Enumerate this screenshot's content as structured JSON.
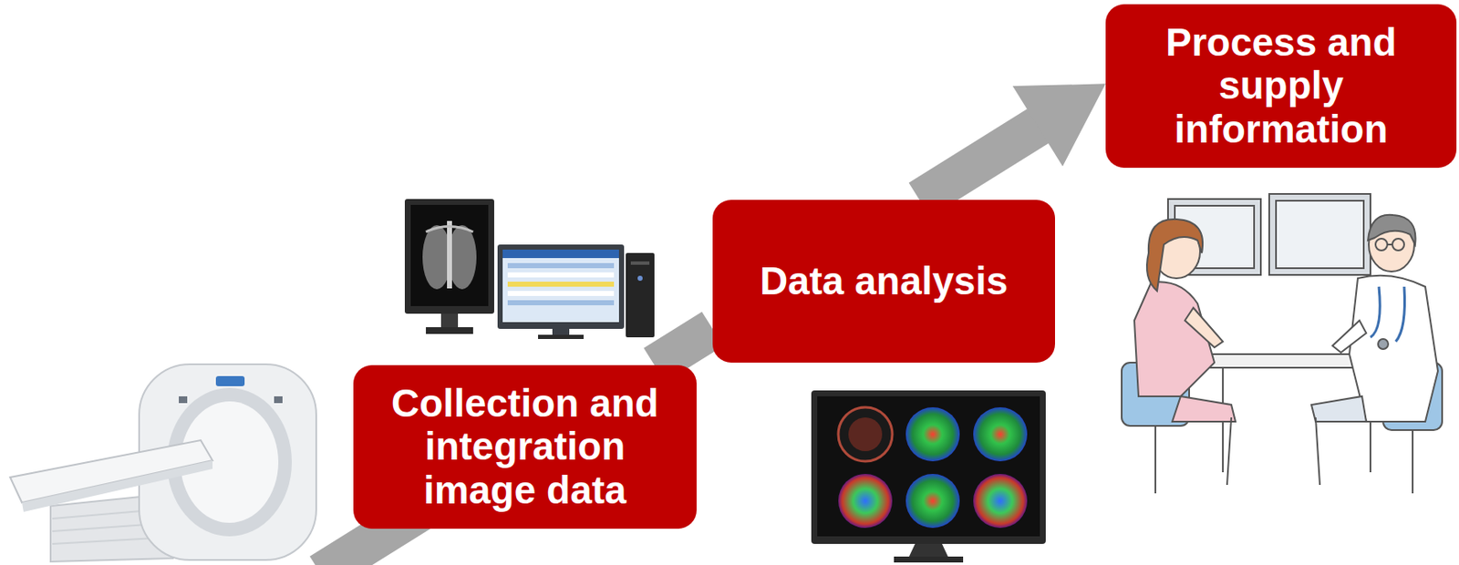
{
  "diagram": {
    "nodes": [
      {
        "text": [
          "Collection and integration image data"
        ]
      },
      {
        "text": [
          "Data analysis"
        ]
      },
      {
        "text": [
          "Process and supply information"
        ]
      }
    ],
    "edges": [
      {
        "from": 0,
        "to": 1,
        "arrow": "none"
      },
      {
        "from": 1,
        "to": 2,
        "arrow": "to"
      }
    ]
  }
}
